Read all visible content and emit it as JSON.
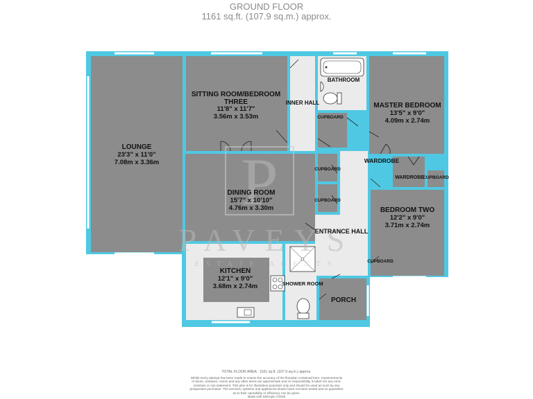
{
  "header": {
    "title": "GROUND FLOOR",
    "area": "1161 sq.ft. (107.9 sq.m.) approx."
  },
  "rooms": {
    "lounge": {
      "name": "LOUNGE",
      "imperial": "23'3\" x 11'0\"",
      "metric": "7.08m x 3.36m"
    },
    "sitting": {
      "name_line1": "SITTING ROOM/BEDROOM",
      "name_line2": "THREE",
      "imperial": "11'8\" x 11'7\"",
      "metric": "3.56m x 3.53m"
    },
    "inner_hall": {
      "name": "INNER HALL"
    },
    "bathroom": {
      "name": "BATHROOM"
    },
    "master_bedroom": {
      "name": "MASTER BEDROOM",
      "imperial": "13'5\" x 9'0\"",
      "metric": "4.09m x 2.74m"
    },
    "cupboard_1": {
      "name": "CUPBOARD"
    },
    "cupboard_2": {
      "name": "CUPBOARD"
    },
    "cupboard_3": {
      "name": "CUPBOARD"
    },
    "cupboard_4": {
      "name": "CUPBOARD"
    },
    "cupboard_5": {
      "name": "CUPBOARD"
    },
    "wardrobe_1": {
      "name": "WARDROBE"
    },
    "wardrobe_2": {
      "name": "WARDROBE"
    },
    "dining": {
      "name": "DINING ROOM",
      "imperial": "15'7\" x 10'10\"",
      "metric": "4.76m x 3.30m"
    },
    "bedroom_two": {
      "name": "BEDROOM TWO",
      "imperial": "12'2\" x 9'0\"",
      "metric": "3.71m x 2.74m"
    },
    "entrance_hall": {
      "name": "ENTRANCE HALL"
    },
    "kitchen": {
      "name": "KITCHEN",
      "imperial": "12'1\" x 9'0\"",
      "metric": "3.68m x 2.74m"
    },
    "shower_room": {
      "name": "SHOWER ROOM"
    },
    "porch": {
      "name": "PORCH"
    }
  },
  "watermark": {
    "brand": "PAVEYS",
    "sub": "ESTATE AGENTS",
    "monogram": "P"
  },
  "footer": {
    "total": "TOTAL FLOOR AREA : 1161 sq.ft. (107.9 sq.m.) approx.",
    "line1": "Whilst every attempt has been made to ensure the accuracy of the floorplan contained here, measurements",
    "line2": "of doors, windows, rooms and any other items are approximate and no responsibility is taken for any error,",
    "line3": "omission or mis-statement. This plan is for illustrative purposes only and should be used as such by any",
    "line4": "prospective purchaser. The services, systems and appliances shown have not been tested and no guarantee",
    "line5": "as to their operability or efficiency can be given.",
    "line6": "Made with Metropix ©2025"
  },
  "colors": {
    "wall": "#4fc8e3",
    "room": "#8c8c8c",
    "light": "#ebebeb"
  }
}
